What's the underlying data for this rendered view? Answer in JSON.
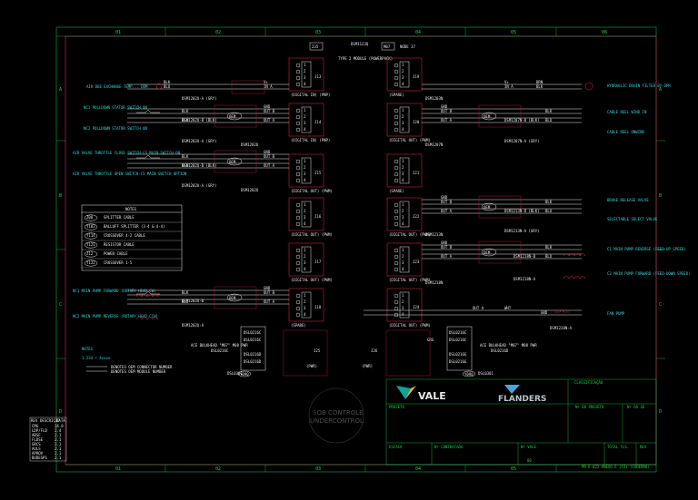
{
  "zones_top": [
    "01",
    "02",
    "03",
    "04",
    "05",
    "06"
  ],
  "zones_side": [
    "A",
    "B",
    "C",
    "D"
  ],
  "header": {
    "top_code": "DSM1123Q",
    "box1": "235",
    "box2": "M07",
    "node": "NODE 37",
    "module_title": "TYPE 2 MODULE (POWERPACK)"
  },
  "modules": [
    {
      "id": "m1",
      "label": "(DIGITAL IN) (PNP)",
      "conn": "J13"
    },
    {
      "id": "m2",
      "label": "(DIGITAL IN) (PNP)",
      "conn": "J14"
    },
    {
      "id": "m3",
      "label": "(DIGITAL OUT) (PWM)",
      "conn": "J15"
    },
    {
      "id": "m4",
      "label": "(DIGITAL OUT) (PWM)",
      "conn": "J16"
    },
    {
      "id": "m5",
      "label": "(DIGITAL OUT) (PWM)",
      "conn": "J17"
    },
    {
      "id": "m6",
      "label": "(SPARE)",
      "conn": "J18"
    },
    {
      "id": "m7",
      "label": "(SPARE)",
      "conn": "J19"
    },
    {
      "id": "m8",
      "label": "(DIGITAL OUT) (PWM)",
      "conn": "J20"
    },
    {
      "id": "m9",
      "label": "(SPARE)",
      "conn": "J21"
    },
    {
      "id": "m10",
      "label": "(DIGITAL OUT) (PWM)",
      "conn": "J22"
    },
    {
      "id": "m11",
      "label": "(DIGITAL OUT) (PWM)",
      "conn": "J23"
    },
    {
      "id": "m12",
      "label": "(DIGITAL OUT) (PWM)",
      "conn": "J24"
    }
  ],
  "left_devices": [
    "AIR DOE EXCHANGE TEMP... DDM",
    "NC1 PULLDOWN STATOR SWITCH ON",
    "NC2 PULLDOWN STATOR SWITCH ON",
    "AIR VALVE THROTTLE CLOSE SWITCH-CS MAIN SWITCH ON",
    "AIR VALVE THROTTLE OPEN SWITCH-CS MAIN SWITCH OPTION",
    "NC1 MAIN PUMP FORWARD (ROTARY HEAD CW)",
    "NC2 MAIN PUMP REVERSE (ROTARY HEAD CCW)"
  ],
  "right_devices": [
    "HYDRAULIC DRAIN FILTER BY-OPR",
    "CABLE REEL WIND IN",
    "CABLE REEL UNWIND",
    "BRAKE RELEASE VALVE",
    "SELECTABLE SELECT VALVE",
    "C1 MAIN PUMP REVERSE (FEED-UP SPEED)",
    "C2 MAIN PUMP FORWARD (FEED-DOWN SPEED)",
    "FAN PUMP"
  ],
  "wires": {
    "pos": "V+",
    "neg": "GND",
    "blk": "BLK",
    "blu": "BLU",
    "brn": "BRN",
    "wht": "WHT",
    "red": "RED",
    "in_a": "IN A",
    "in_b": "IN B",
    "out_a": "OUT A",
    "out_b": "OUT B",
    "oem": "OEM"
  },
  "wire_tags": [
    "DSM1202U-A (GRY)",
    "DSM1202U-B (BLK)",
    "DSM1202U-A (GRY)",
    "DSM1202U",
    "DSM1202U-B (BLK)",
    "DSM1202U-A (GRY)",
    "DSM1202U",
    "DSM1202U-B",
    "DSM1202U-A",
    "DSM1203N",
    "DSM1207N-B (BLK)",
    "DSM1207N-A (GRY)",
    "DSM1207N",
    "DSM1213N-B (BLK)",
    "DSM1213N-A (GRY)",
    "DSM1213N",
    "DSM1218N-B",
    "DSM1218N-A",
    "DSM1218N",
    "DSM1220N-A"
  ],
  "notes": {
    "title": "NOTES",
    "rows": [
      {
        "code": "Z00",
        "text": "SPLITTER CABLE"
      },
      {
        "code": "Y103",
        "text": "BALLUFF SPLITTER (3-4 & 4-4)"
      },
      {
        "code": "Y114",
        "text": "CROSSOVER 4-2 CABLE"
      },
      {
        "code": "Y121",
        "text": "RESISTOR CABLE"
      },
      {
        "code": "Z12",
        "text": "POWER CABLE"
      },
      {
        "code": "Y122",
        "text": "CROSSOVER 1-5"
      }
    ]
  },
  "legend": {
    "title": "NOTES",
    "item1": "DENOTES OEM CONNECTOR NUMBER",
    "item2": "DENOTES OEM MODULE NUMBER",
    "sample": "1 234 • 4xxxx"
  },
  "bulkhead_left": {
    "title": "ACE BULKHEAD \"M07\" M08 PWR",
    "sub": "DSL0216C",
    "tags": [
      "DSL0216C",
      "DSL0216C",
      "DSL0216D",
      "DSL0216D",
      "DSL0301"
    ],
    "conn": "J25",
    "mode": "(PWR)",
    "tag2": "Y090"
  },
  "bulkhead_right": {
    "title": "ACE BULKHEAD \"M07\" M08 PWR",
    "sub": "DSL0216D",
    "tags": [
      "DSL0216C",
      "DSL0216C",
      "DSL0216G",
      "DSL0216G",
      "DSL0301"
    ],
    "conn": "J26",
    "mode": "(PWR)",
    "tag2": "Y090",
    "ground": "GRG"
  },
  "stamp": {
    "line1": "SOB CONTROLE",
    "line2": "UNDERCONTROL"
  },
  "title_block": {
    "brand1": "VALE",
    "brand2": "FLANDERS",
    "classificacao": "CLASSIFICAÇÃO",
    "projeto": "PROJETO",
    "n_projeto": "Nº DO PROJETO",
    "n_folha": "Nº DA SE",
    "escala": "ESCALA",
    "n_contratada": "Nº CONTRATADA",
    "n_vale": "Nº VALE",
    "total_fl": "TOTAL FLS.",
    "rev": "REV",
    "doc_code": "PR-E-022 ANEXO E (A3) (CADERNO)",
    "small1": "06"
  },
  "rev_table": {
    "header": [
      "REV",
      "DESCRIÇÃO",
      "DATA"
    ],
    "rows": [
      [
        "CMG",
        "24.0"
      ],
      [
        "LDP/FLD",
        "2.4"
      ],
      [
        "ABSF",
        "2.1"
      ],
      [
        "FLDSE",
        "2.1"
      ],
      [
        "GRCS",
        "2.1"
      ],
      [
        "AULS",
        "2.1"
      ],
      [
        "APROV",
        "2.1"
      ],
      [
        "BUDESPS",
        "2.1"
      ]
    ]
  }
}
